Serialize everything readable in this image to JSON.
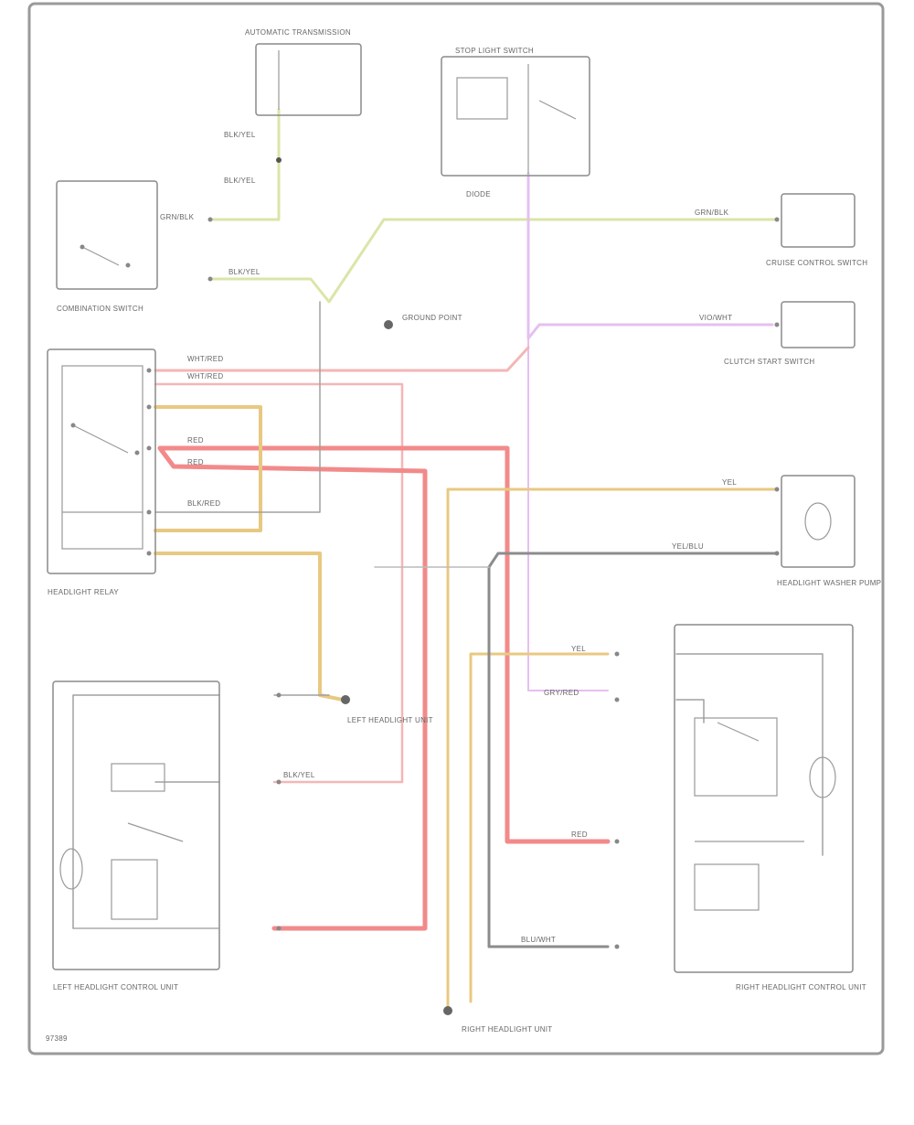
{
  "colors": {
    "red": "#f28a8a",
    "pink": "#f5b6b6",
    "yellow": "#e8c982",
    "yellow_green": "#d9e6a8",
    "violet": "#e6bff0",
    "gray": "#8c8c8c",
    "dark_gray": "#7a7a7a"
  },
  "labels": {
    "fig_id": "97389",
    "auto_trans_switch": "AUTOMATIC TRANSMISSION",
    "clutch_start_switch": "CLUTCH START SWITCH",
    "ground_point": "GROUND POINT",
    "cruise_control_switch": "CRUISE CONTROL SWITCH",
    "diode": "DIODE",
    "left_headlight_unit": "LEFT HEADLIGHT UNIT",
    "right_headlight_unit": "RIGHT HEADLIGHT UNIT",
    "headlight_washer": "HEADLIGHT WASHER PUMP",
    "combination_switch": "COMBINATION SWITCH",
    "stop_light_switch": "STOP LIGHT SWITCH",
    "headlight_relay": "HEADLIGHT RELAY",
    "left_control_unit": "LEFT HEADLIGHT CONTROL UNIT",
    "right_control_unit": "RIGHT HEADLIGHT CONTROL UNIT"
  },
  "wire_labels": {
    "w1": "BLK/YEL",
    "w2": "BLK/YEL",
    "w3": "GRN/BLK",
    "w4": "BLK/YEL",
    "w5": "WHT/RED",
    "w6": "WHT/RED",
    "w7": "RED",
    "w8": "RED",
    "w9": "BLK/RED",
    "w10": "GRN/BLK",
    "w11": "YEL",
    "w12": "YEL/BLU",
    "w13": "GRY/RED",
    "w14": "YEL",
    "w15": "BLK/YEL",
    "w16": "VIO/WHT",
    "w17": "RED",
    "w18": "BLU/WHT"
  }
}
